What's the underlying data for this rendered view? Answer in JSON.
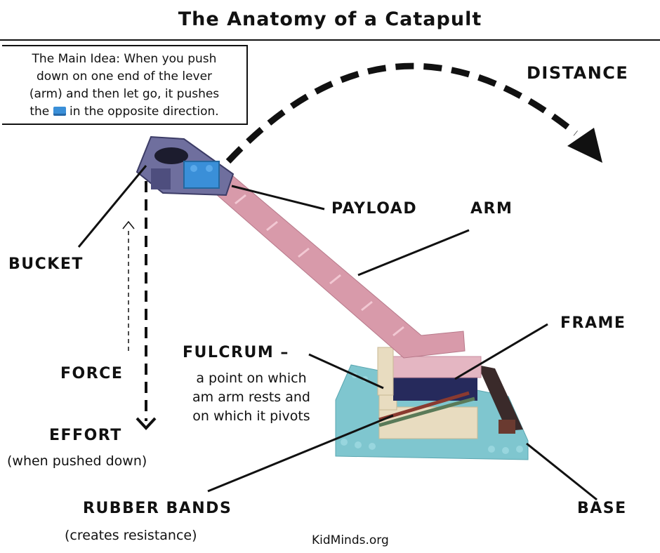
{
  "title": "The Anatomy of a Catapult",
  "main_idea": {
    "line1": "The Main Idea: When you push",
    "line2": "down on one end of the lever",
    "line3": "(arm) and then let go, it pushes",
    "line4_pre": "the",
    "line4_post": "in the opposite direction."
  },
  "labels": {
    "distance": "DISTANCE",
    "payload": "PAYLOAD",
    "arm": "ARM",
    "bucket": "BUCKET",
    "frame": "FRAME",
    "fulcrum": "FULCRUM –",
    "fulcrum_line1": "a point on which",
    "fulcrum_line2": "am arm rests and",
    "fulcrum_line3": "on which it pivots",
    "force": "FORCE",
    "effort": "EFFORT",
    "effort_note": "(when pushed down)",
    "rubber_bands": "RUBBER BANDS",
    "rubber_bands_note": "(creates resistance)",
    "base": "BASE"
  },
  "credit": "KidMinds.org",
  "colors": {
    "arm_pink": "#d89aaa",
    "base_teal": "#7fc6cf",
    "payload_blue": "#3a8fd8",
    "frame_navy": "#262a5c",
    "cream": "#e8dcc0"
  }
}
